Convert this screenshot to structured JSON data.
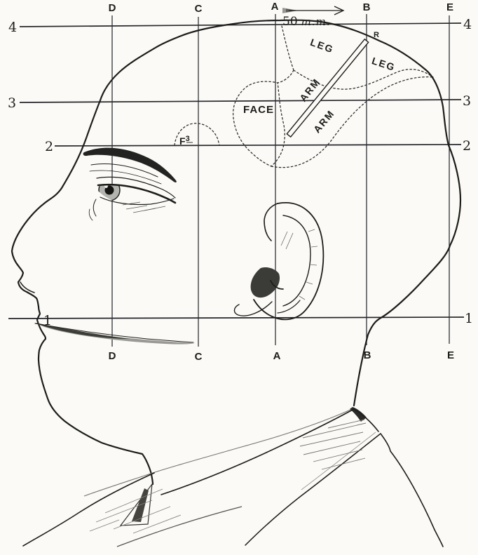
{
  "colors": {
    "paper": "#fbfaf7",
    "ink": "#1d1d1b",
    "shading_gray": "#8a8a86"
  },
  "grid": {
    "columns": [
      {
        "label": "D"
      },
      {
        "label": "C"
      },
      {
        "label": "A"
      },
      {
        "label": "B"
      },
      {
        "label": "E"
      }
    ],
    "rows": [
      {
        "label": "4"
      },
      {
        "label": "3"
      },
      {
        "label": "2"
      },
      {
        "label": "1"
      }
    ]
  },
  "scale_annotation": {
    "value": "50",
    "unit": "m.m."
  },
  "region_labels": {
    "leg_frontal": "LEG",
    "leg_parietal": "LEG",
    "arm_frontal": "ARM",
    "arm_parietal": "ARM",
    "face": "FACE",
    "rolandic_fissure": "R",
    "third_frontal_base": "F",
    "third_frontal_sup": "3"
  }
}
